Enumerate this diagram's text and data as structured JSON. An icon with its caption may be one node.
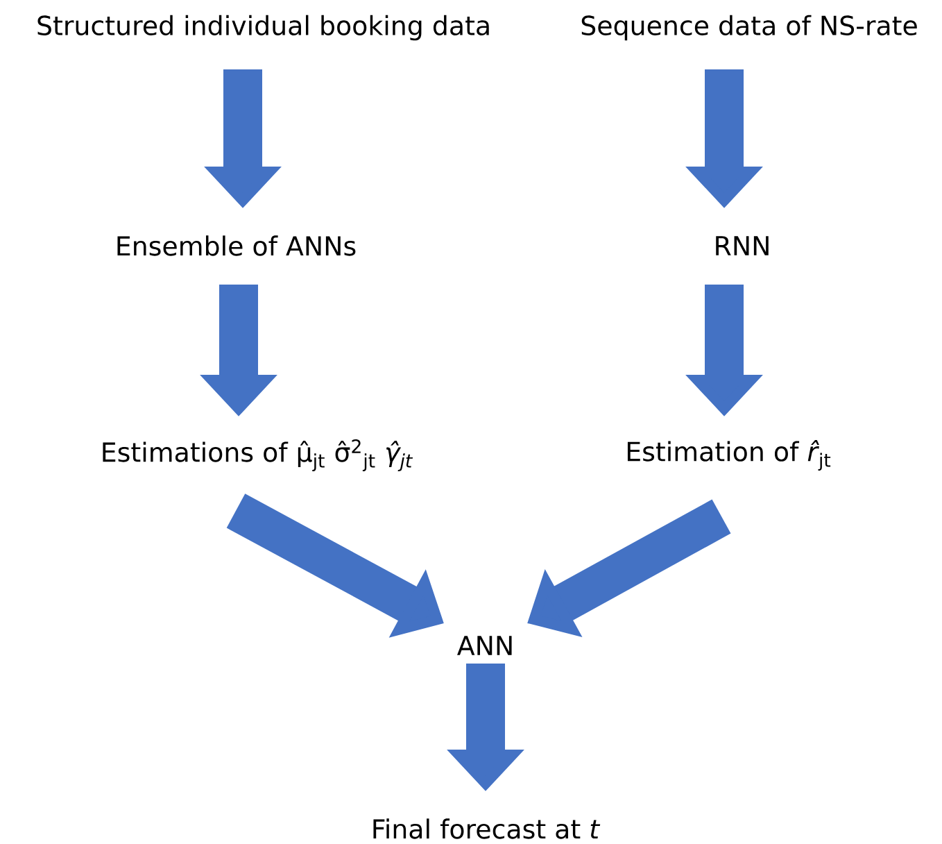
{
  "diagram": {
    "nodes": [
      {
        "text": [
          "Structured individual booking data"
        ]
      },
      {
        "text": [
          "Sequence data of NS-rate"
        ]
      },
      {
        "text": [
          "Ensemble of ANNs"
        ]
      },
      {
        "text": [
          "RNN"
        ]
      },
      {
        "text": [
          "Estimations of μ̂$_{jt}$  σ̂$^{2}$$_{jt}$ *γ̂$_{jt}$*"
        ]
      },
      {
        "text": [
          "Estimation of *r̂*$_{jt}$"
        ]
      },
      {
        "text": [
          "ANN"
        ]
      },
      {
        "text": [
          "Final forecast at *t*"
        ]
      }
    ],
    "edges": [
      {
        "from": 0,
        "to": 2,
        "arrow": "to"
      },
      {
        "from": 1,
        "to": 3,
        "arrow": "to"
      },
      {
        "from": 2,
        "to": 4,
        "arrow": "to"
      },
      {
        "from": 3,
        "to": 5,
        "arrow": "to"
      },
      {
        "from": 4,
        "to": 6,
        "arrow": "to"
      },
      {
        "from": 5,
        "to": 6,
        "arrow": "to"
      },
      {
        "from": 6,
        "to": 7,
        "arrow": "to"
      }
    ]
  }
}
